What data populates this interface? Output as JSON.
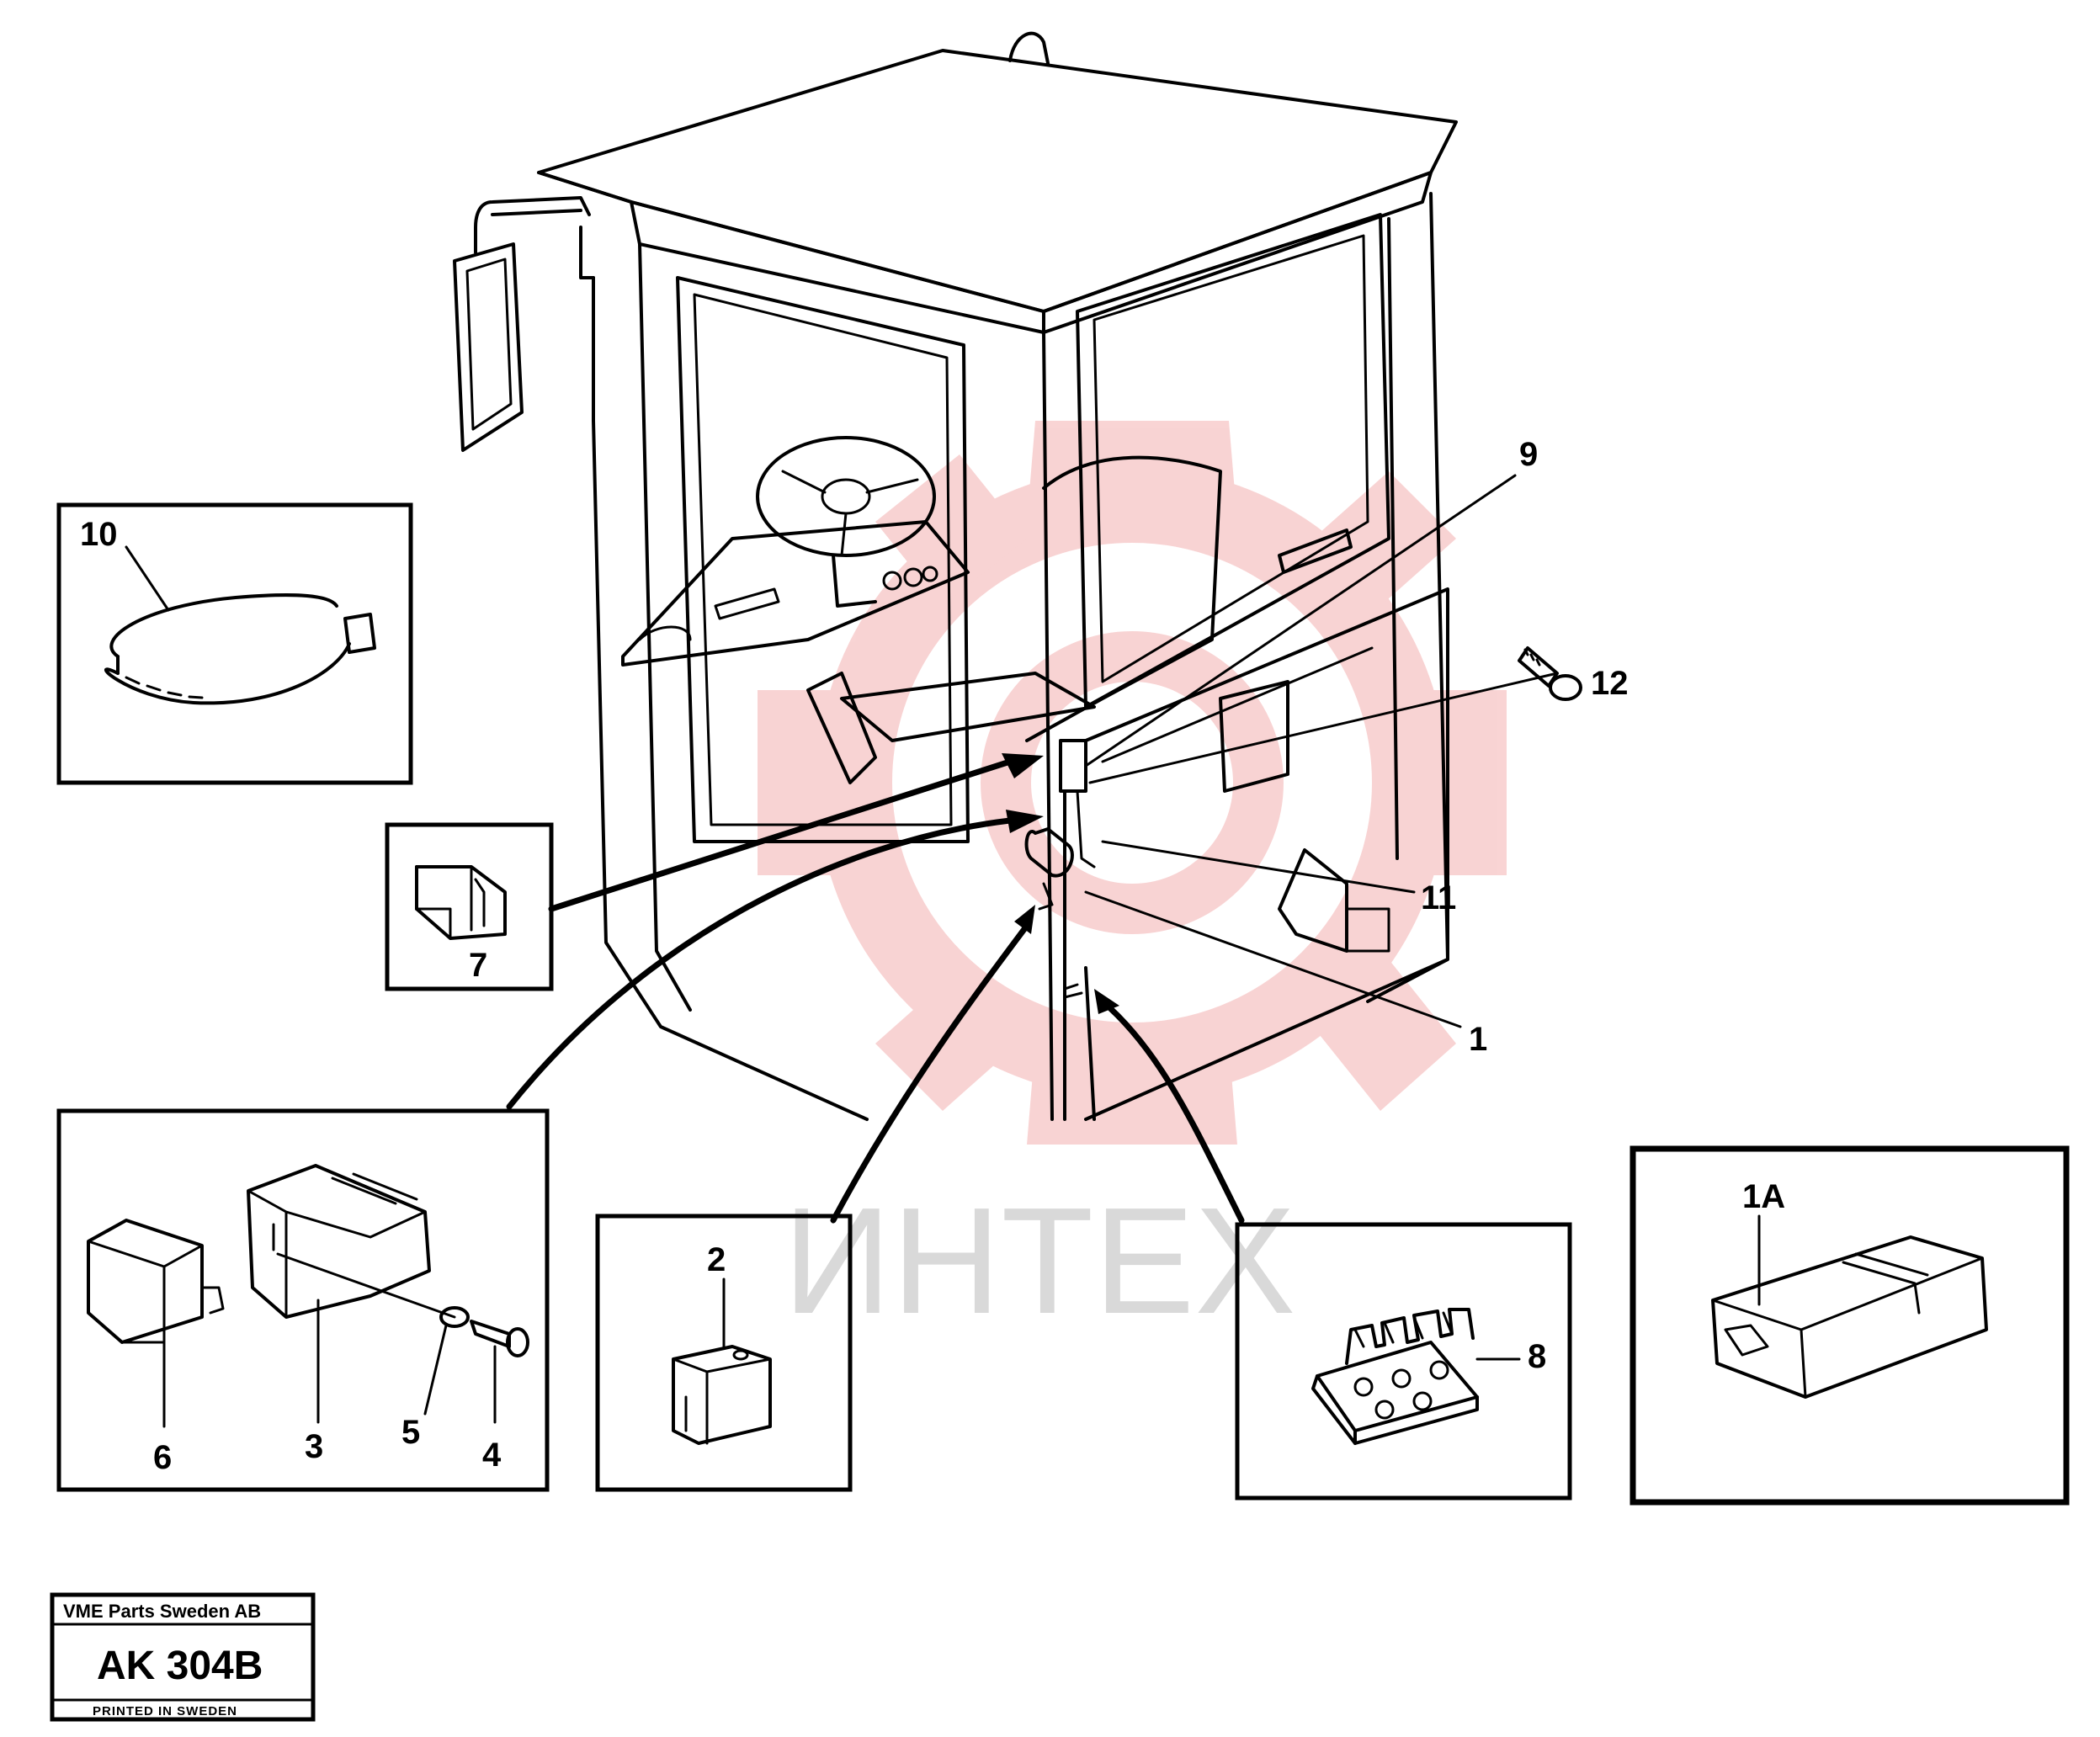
{
  "watermark": {
    "text": "ИНТЕХ",
    "color": "#f7c8c8"
  },
  "callouts": {
    "c1": "1",
    "c1a": "1A",
    "c2": "2",
    "c3": "3",
    "c4": "4",
    "c5": "5",
    "c6": "6",
    "c7": "7",
    "c8": "8",
    "c9": "9",
    "c10": "10",
    "c11": "11",
    "c12": "12"
  },
  "title_block": {
    "company": "VME Parts Sweden AB",
    "code": "AK 304B",
    "printed": "PRINTED IN SWEDEN"
  }
}
